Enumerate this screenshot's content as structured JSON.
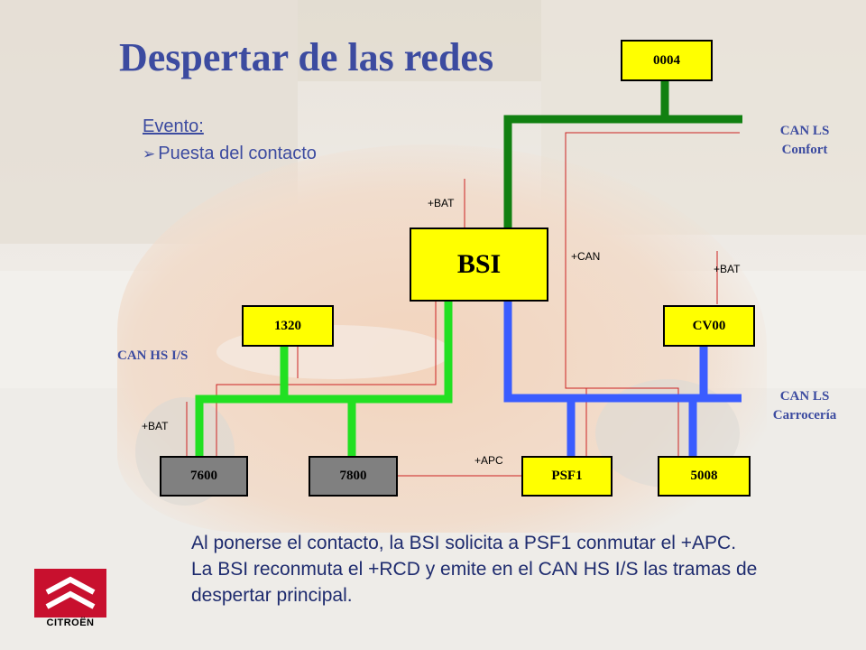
{
  "title": "Despertar de las redes",
  "event": {
    "heading": "Evento:",
    "item": "Puesta del contacto"
  },
  "nodes": {
    "n0004": "0004",
    "bsi": "BSI",
    "n1320": "1320",
    "cv00": "CV00",
    "n7600": "7600",
    "n7800": "7800",
    "psf1": "PSF1",
    "n5008": "5008"
  },
  "networks": {
    "confort": [
      "CAN LS",
      "Confort"
    ],
    "hs": "CAN HS I/S",
    "carroceria": [
      "CAN LS",
      "Carrocería"
    ]
  },
  "power_labels": {
    "bat_bsi": "+BAT",
    "can": "+CAN",
    "bat_cv00": "+BAT",
    "bat_7600": "+BAT",
    "apc": "+APC"
  },
  "description": [
    "Al ponerse el contacto, la BSI solicita a PSF1 conmutar el +APC.",
    "La BSI reconmuta el +RCD y emite en el CAN HS I/S las tramas de",
    "despertar principal."
  ],
  "logo_text": "CITROËN",
  "colors": {
    "can_ls_confort": "#118011",
    "can_hs": "#22e022",
    "can_ls_carroceria": "#3a5cff",
    "wire": "#cc2222",
    "module_yellow": "#ffff00",
    "module_gray": "#808080",
    "label_blue": "#3c4ba0",
    "logo_red": "#c8102e"
  }
}
